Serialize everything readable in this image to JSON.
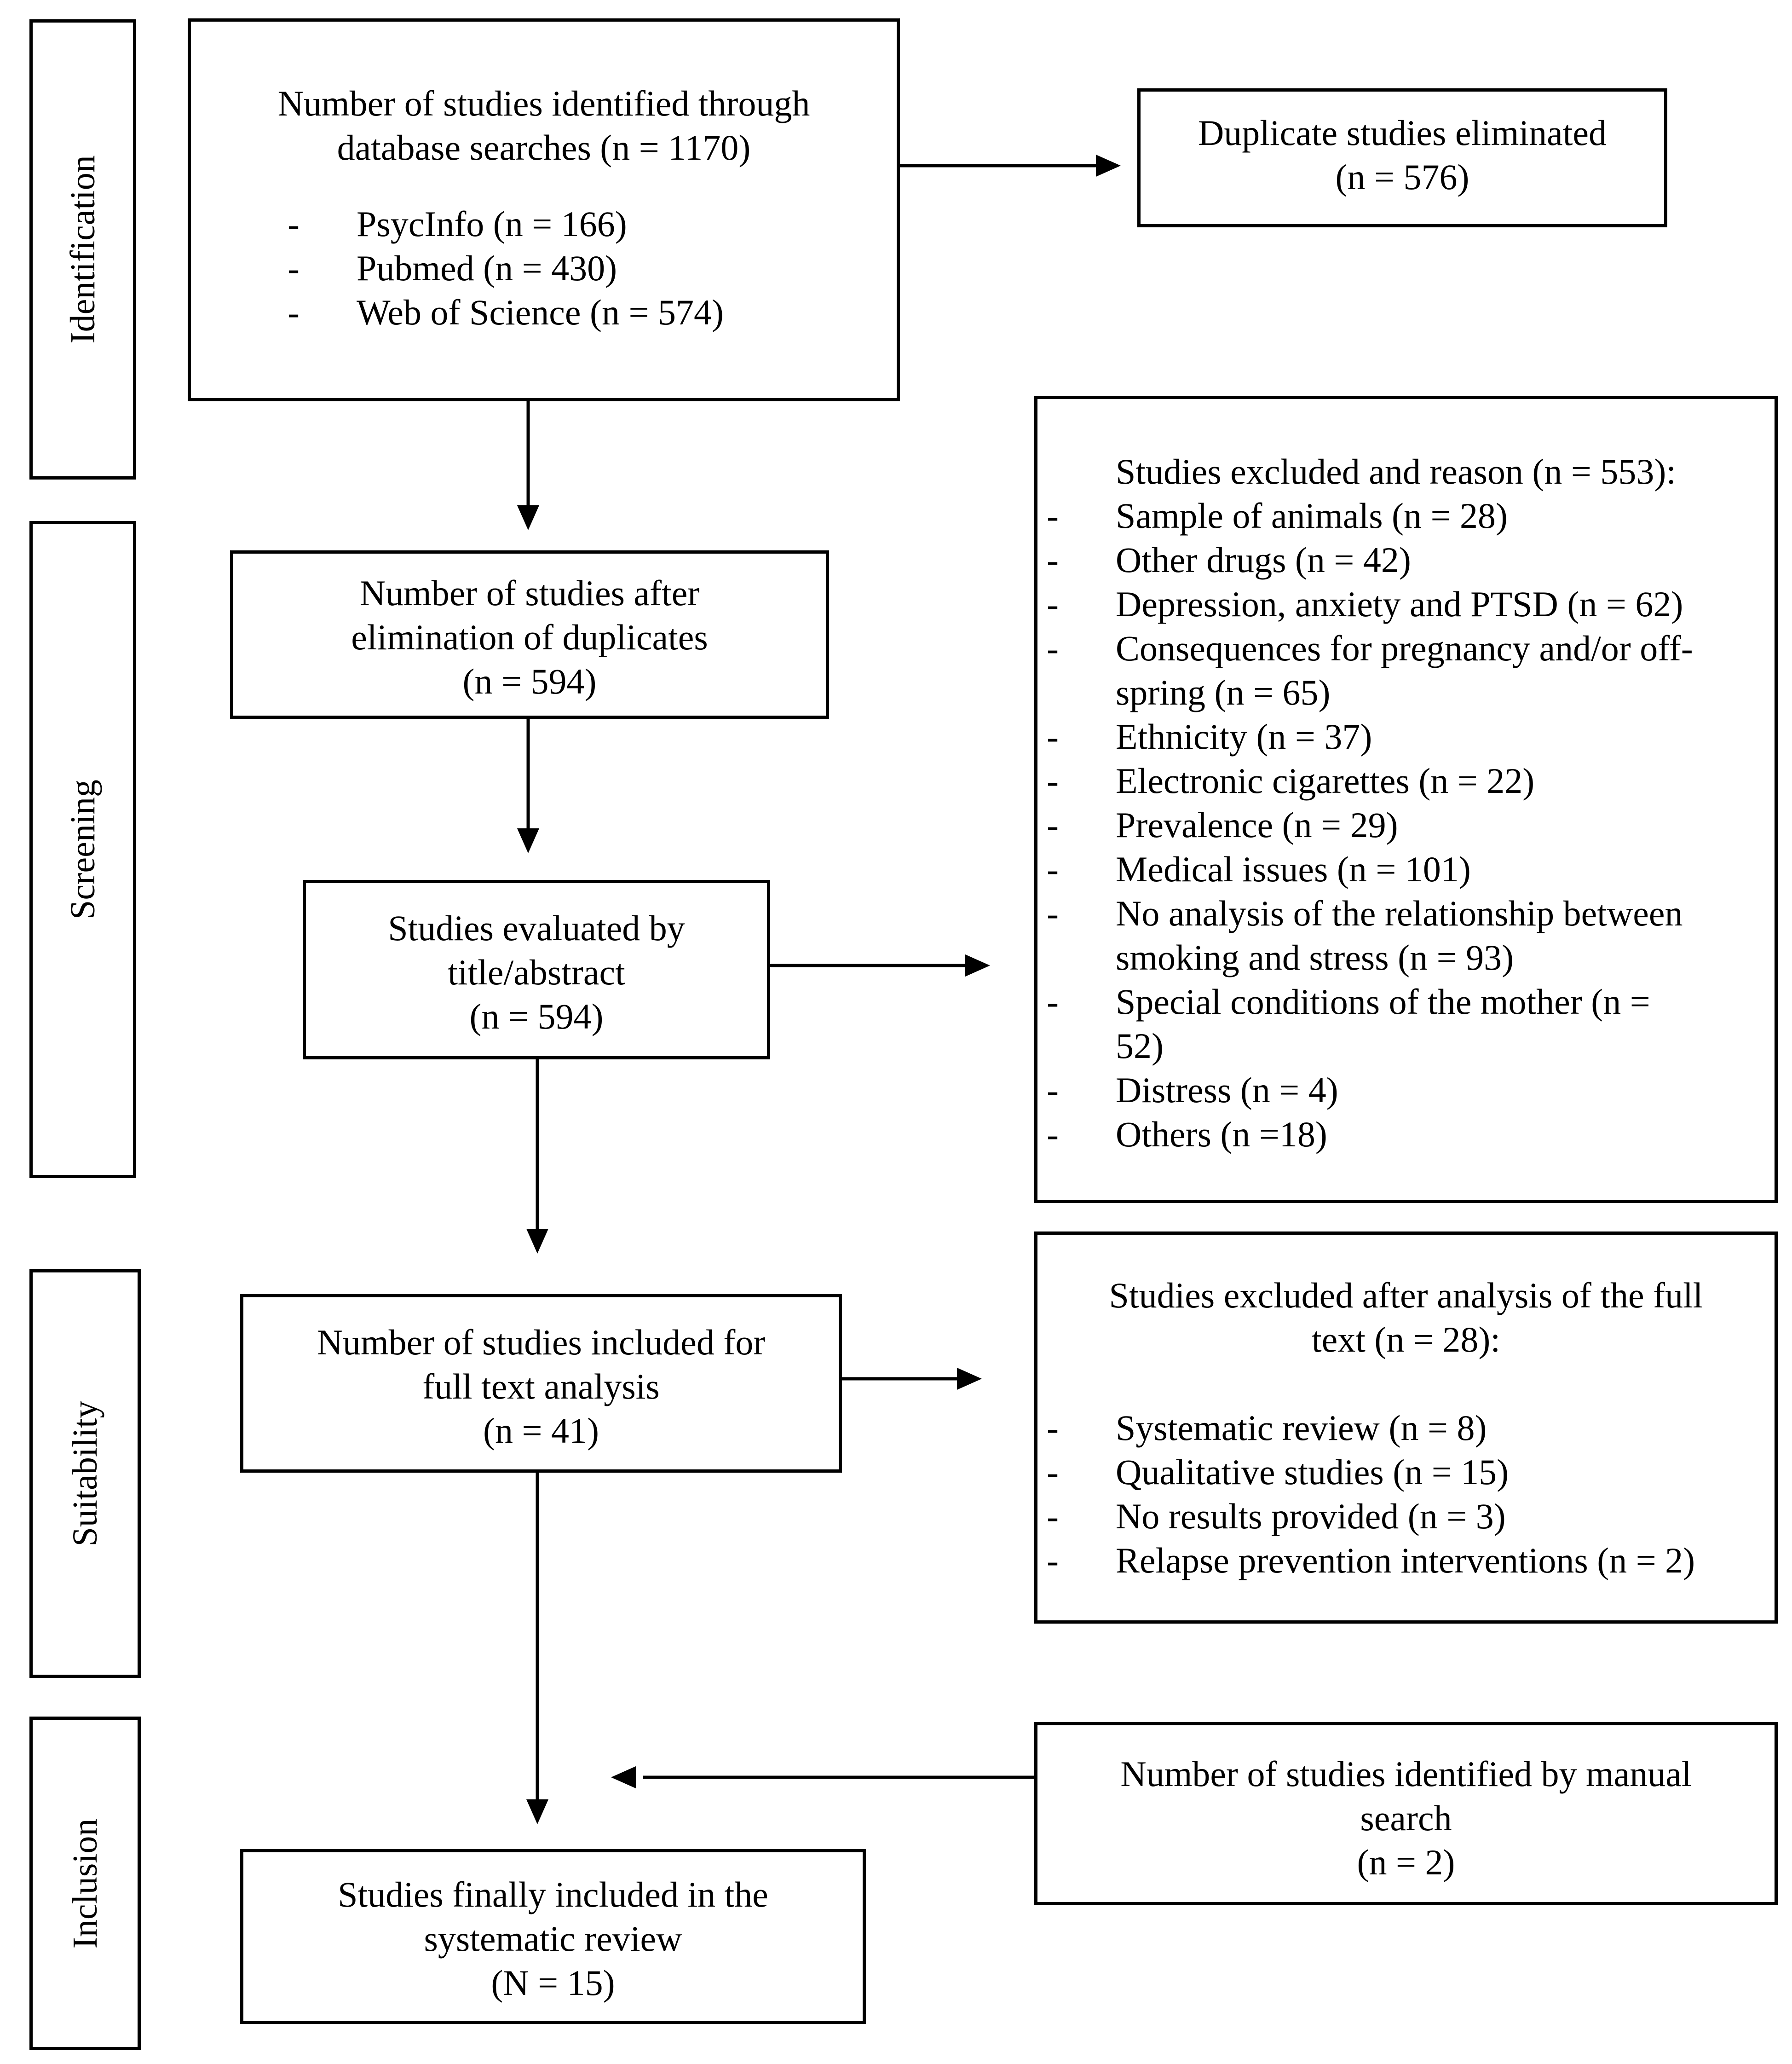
{
  "stages": {
    "identification": "Identification",
    "screening": "Screening",
    "suitability": "Suitability",
    "inclusion": "Inclusion"
  },
  "identified": {
    "line1": "Number of studies identified through",
    "line2": "database searches (n = 1170)",
    "sources": [
      "PsycInfo (n = 166)",
      "Pubmed (n = 430)",
      "Web of Science (n = 574)"
    ]
  },
  "duplicates": {
    "line1": "Duplicate studies eliminated",
    "line2": "(n = 576)"
  },
  "after_duplicates": {
    "line1": "Number of studies after",
    "line2": "elimination of duplicates",
    "line3": "(n = 594)"
  },
  "evaluated": {
    "line1": "Studies evaluated by",
    "line2": "title/abstract",
    "line3": "(n = 594)"
  },
  "excluded_reasons": {
    "heading": "Studies excluded and reason (n = 553):",
    "items": [
      [
        "Sample of animals (n = 28)"
      ],
      [
        "Other drugs (n = 42)"
      ],
      [
        "Depression, anxiety and PTSD (n = 62)"
      ],
      [
        "Consequences for pregnancy and/or off-",
        "spring (n = 65)"
      ],
      [
        "Ethnicity (n = 37)"
      ],
      [
        "Electronic cigarettes (n = 22)"
      ],
      [
        "Prevalence (n = 29)"
      ],
      [
        "Medical issues (n = 101)"
      ],
      [
        "No analysis of the relationship between",
        "smoking and stress (n = 93)"
      ],
      [
        "Special conditions of the mother (n =",
        "52)"
      ],
      [
        "Distress (n = 4)"
      ],
      [
        "Others (n =18)"
      ]
    ]
  },
  "full_text": {
    "line1": "Number of studies included for",
    "line2": "full text analysis",
    "line3": "(n = 41)"
  },
  "excluded_full_text": {
    "line1": "Studies excluded after analysis of the full",
    "line2": "text (n = 28):",
    "items": [
      "Systematic review (n = 8)",
      "Qualitative studies (n = 15)",
      "No results provided (n = 3)",
      "Relapse prevention interventions (n = 2)"
    ]
  },
  "manual_search": {
    "line1": "Number of studies identified by manual",
    "line2": "search",
    "line3": "(n = 2)"
  },
  "final": {
    "line1": "Studies finally included in the",
    "line2": "systematic review",
    "line3": "(N = 15)"
  },
  "dash_glyph": "-"
}
